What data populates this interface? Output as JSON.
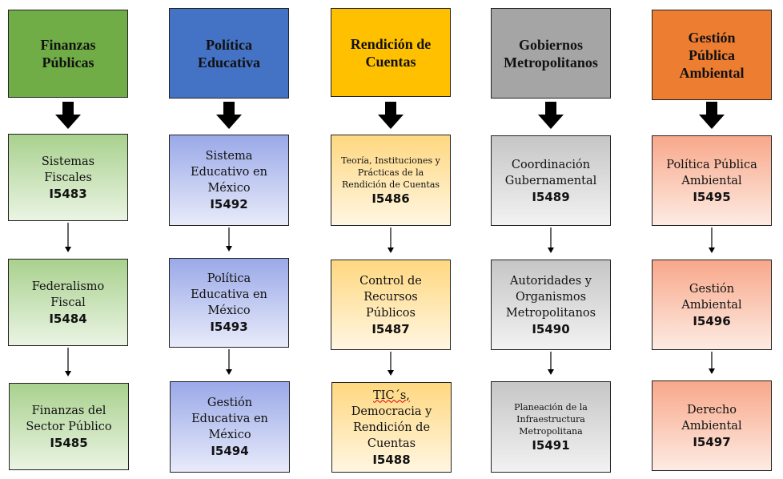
{
  "columns": [
    {
      "title": "Finanzas Públicas",
      "color": "#70AD47",
      "grad": [
        "#a9d18e",
        "#eaf4e3"
      ],
      "courses": [
        {
          "name": "Sistemas Fiscales",
          "code": "I5483"
        },
        {
          "name": "Federalismo Fiscal",
          "code": "I5484"
        },
        {
          "name": "Finanzas del Sector Público",
          "code": "I5485"
        }
      ]
    },
    {
      "title": "Política Educativa",
      "color": "#4472C4",
      "grad": [
        "#9aa9e8",
        "#e8ebfa"
      ],
      "courses": [
        {
          "name": "Sistema Educativo en México",
          "code": "I5492"
        },
        {
          "name": "Política Educativa en México",
          "code": "I5493"
        },
        {
          "name": "Gestión Educativa en México",
          "code": "I5494"
        }
      ]
    },
    {
      "title": "Rendición de Cuentas",
      "color": "#FFC000",
      "grad": [
        "#ffd880",
        "#fff6e2"
      ],
      "courses": [
        {
          "name": "Teoría, Instituciones y Prácticas de la Rendición de Cuentas",
          "code": "I5486"
        },
        {
          "name": "Control de Recursos Públicos",
          "code": "I5487"
        },
        {
          "name": "TIC´s, Democracia y Rendición de Cuentas",
          "code": "I5488"
        }
      ]
    },
    {
      "title": "Gobiernos Metropolitanos",
      "color": "#A5A5A5",
      "grad": [
        "#c6c6c6",
        "#f2f2f2"
      ],
      "courses": [
        {
          "name": "Coordinación Gubernamental",
          "code": "I5489"
        },
        {
          "name": "Autoridades y Organismos Metropolitanos",
          "code": "I5490"
        },
        {
          "name": "Planeación de la Infraestructura Metropolitana",
          "code": "I5491"
        }
      ]
    },
    {
      "title": "Gestión Pública Ambiental",
      "color": "#ED7D31",
      "grad": [
        "#f8a88a",
        "#fdebe3"
      ],
      "courses": [
        {
          "name": "Política Pública Ambiental",
          "code": "I5495"
        },
        {
          "name": "Gestión Ambiental",
          "code": "I5496"
        },
        {
          "name": "Derecho Ambiental",
          "code": "I5497"
        }
      ]
    }
  ]
}
